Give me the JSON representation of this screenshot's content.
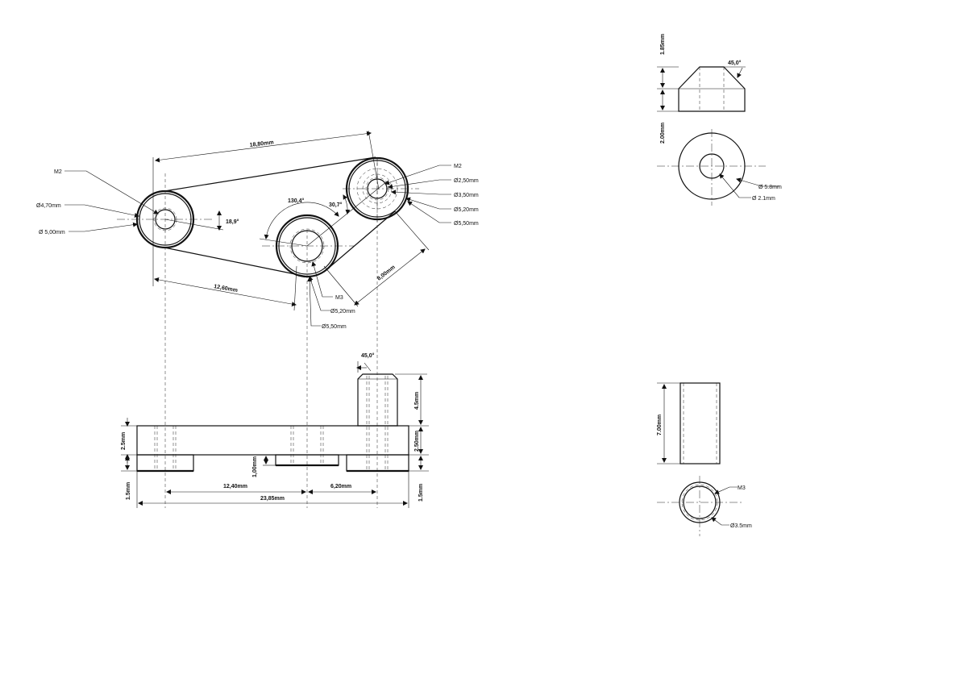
{
  "top_view": {
    "overall_length": "18,80mm",
    "left_to_middle": "12,60mm",
    "middle_to_right": "8,00mm",
    "angle_main": "130,4°",
    "angle_small": "30,7°",
    "angle_left": "18,9°",
    "left_thread": "M2",
    "left_inner_dia": "Ø4,70mm",
    "left_outer_dia": "Ø 5,00mm",
    "right_thread": "M2",
    "right_dia_1": "Ø2,50mm",
    "right_dia_2": "Ø3,50mm",
    "right_dia_3": "Ø5,20mm",
    "right_dia_4": "Ø5,50mm",
    "middle_thread": "M3",
    "middle_dia_1": "Ø5,20mm",
    "middle_dia_2": "Ø5,50mm"
  },
  "side_view": {
    "post_chamfer": "45,0°",
    "post_height": "4.5mm",
    "plate_left": "2.5mm",
    "plate_right": "2.50mm",
    "foot_left": "1.5mm",
    "foot_right": "1.5mm",
    "recess_depth": "1,00mm",
    "dist_left": "12,40mm",
    "dist_right": "6,20mm",
    "overall": "23,85mm"
  },
  "nut_part": {
    "chamfer": "45,0°",
    "top_height": "1.85mm",
    "body_height": "2.00mm",
    "outer_dia": "Ø 5.8mm",
    "inner_dia": "Ø 2.1mm"
  },
  "spacer_part": {
    "length": "7.00mm",
    "thread": "M3",
    "outer_dia": "Ø3.5mm"
  }
}
